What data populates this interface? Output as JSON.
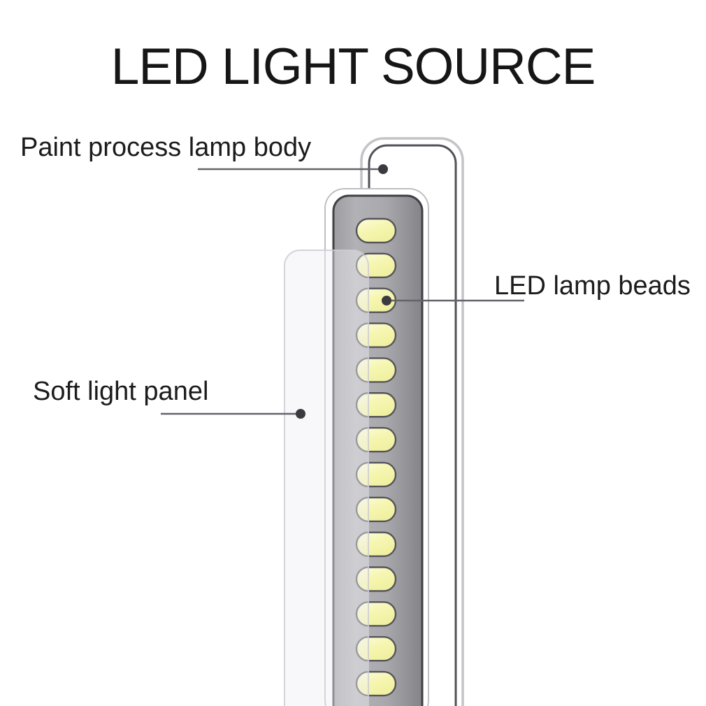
{
  "title": "LED LIGHT SOURCE",
  "labels": {
    "lamp_body": "Paint process lamp body",
    "led_beads": "LED lamp beads",
    "soft_panel": "Soft light panel"
  },
  "diagram": {
    "led_bead_count": 14,
    "colors": {
      "background": "#ffffff",
      "text": "#1c1c1c",
      "leader_line": "#63636a",
      "leader_dot": "#3a3a40",
      "lamp_body_outline_outer": "#c3c3c8",
      "lamp_body_outline_inner": "#515157",
      "strip_border": "#bfbfc4",
      "strip_pcb_stroke": "#404046",
      "strip_pcb_fill": "#a7a7ab",
      "bead_fill": "#f4f4a8",
      "bead_highlight": "#fdfde2",
      "bead_stroke": "#54545a",
      "panel_tint": "rgba(240,240,244,0.45)",
      "panel_edge": "rgba(205,205,210,0.85)"
    }
  }
}
